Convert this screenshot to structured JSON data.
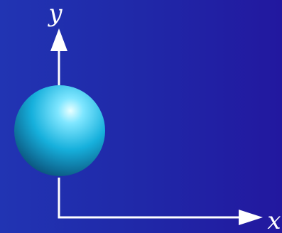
{
  "diagram": {
    "x_axis_label": "x",
    "y_axis_label": "y",
    "colors": {
      "background_left": "#2134b3",
      "background_right": "#22189f",
      "axes": "#ffffff",
      "sphere_highlight": "#e8ffff",
      "sphere_mid": "#16b0dc",
      "sphere_shadow": "#0a4f78"
    },
    "objects": [
      {
        "name": "sphere",
        "shape": "sphere",
        "shading": "3d-highlight"
      }
    ]
  }
}
